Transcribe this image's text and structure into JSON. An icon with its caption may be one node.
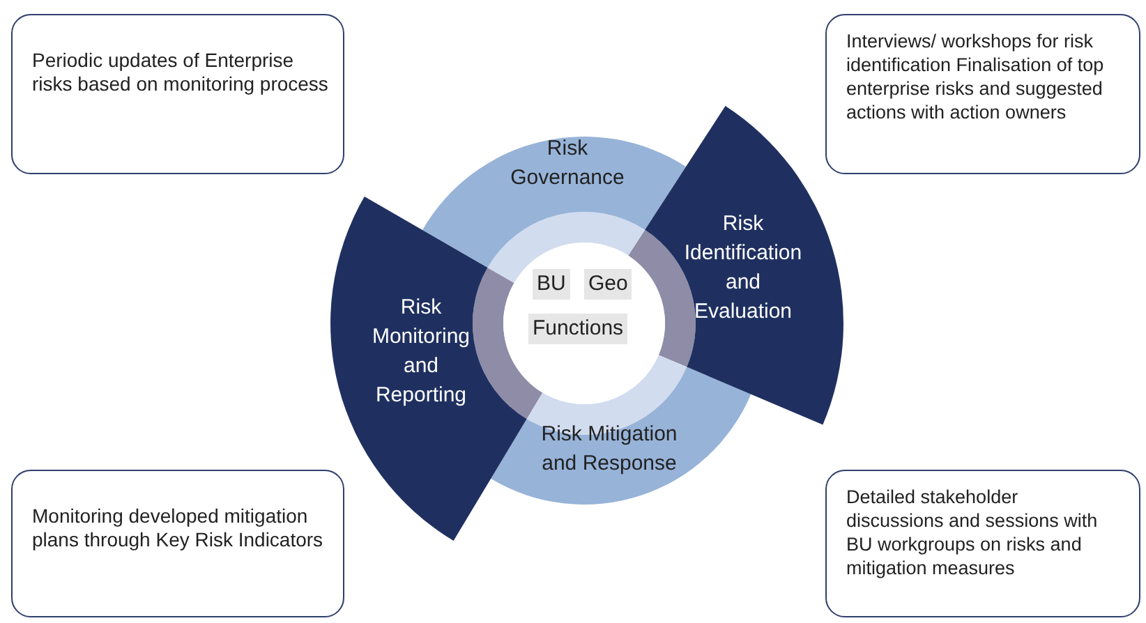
{
  "diagram": {
    "nodes": [
      {
        "text": [
          "Periodic updates of Enterprise risks based on monitoring process"
        ]
      },
      {
        "text": [
          "Interviews/ workshops for risk identification Finalisation of top enterprise risks and suggested actions with action owners"
        ]
      },
      {
        "text": [
          "Risk Governance"
        ]
      },
      {
        "text": [
          "Risk Identification and Evaluation"
        ]
      },
      {
        "text": [
          "Risk Monitoring and Reporting"
        ]
      },
      {
        "text": [],
        "shape": "circle"
      },
      {
        "text": [
          "BU"
        ],
        "in": 5
      },
      {
        "text": [
          "Geo"
        ],
        "in": 5
      },
      {
        "text": [
          "Functions"
        ],
        "in": 5
      },
      {
        "text": [
          "Risk Mitigation and Response"
        ]
      },
      {
        "text": [
          "Monitoring developed mitigation plans through Key Risk Indicators"
        ]
      },
      {
        "text": [
          "Detailed stakeholder discussions and sessions with BU workgroups on risks and mitigation measures"
        ]
      }
    ]
  }
}
